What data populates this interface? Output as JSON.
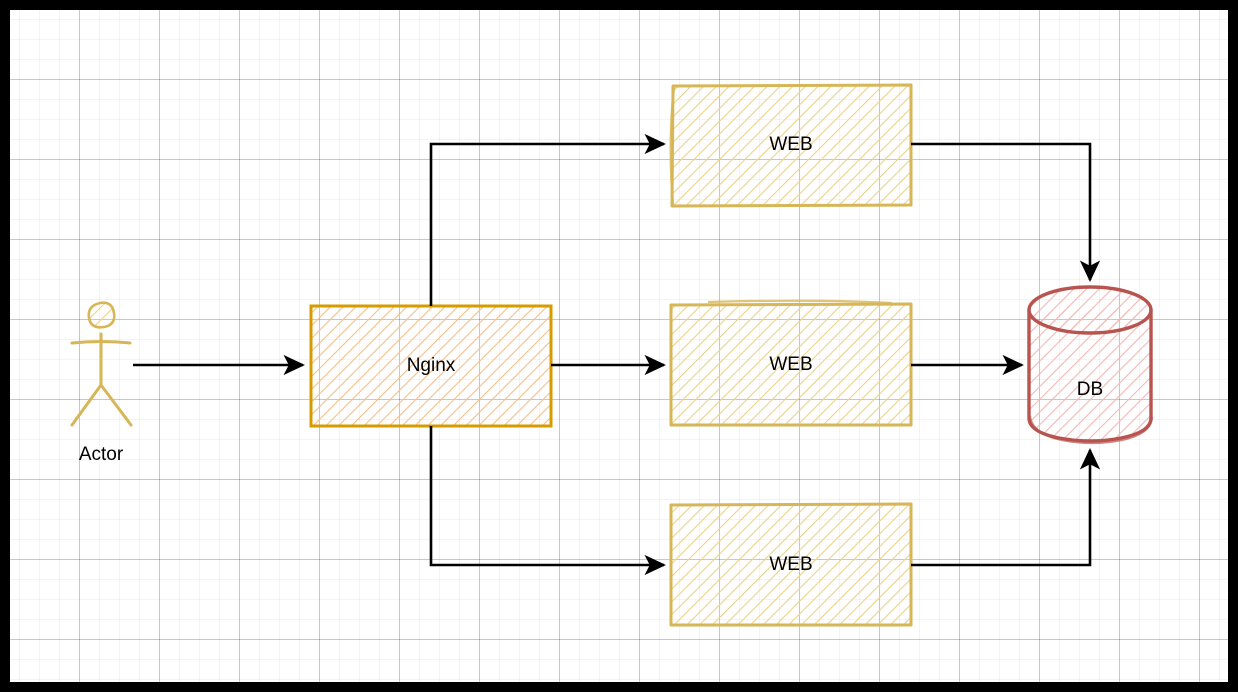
{
  "canvas": {
    "title": "Load balanced web architecture diagram",
    "background": "#ffffff",
    "frame_color": "#000000",
    "grid_major_color": "#c8c8c8",
    "grid_minor_color": "#f2f2f2"
  },
  "palette": {
    "nginx_stroke": "#d79b00",
    "nginx_fill": "#ffe6cc",
    "web_stroke": "#d6b656",
    "web_fill": "#fff2cc",
    "db_stroke": "#b85450",
    "db_fill": "#f8cecc",
    "actor_stroke": "#d6b656",
    "edge_color": "#000000"
  },
  "nodes": {
    "actor": {
      "label": "Actor",
      "type": "actor",
      "shape": "stick-figure"
    },
    "nginx": {
      "label": "Nginx",
      "type": "process",
      "shape": "rectangle"
    },
    "web_top": {
      "label": "WEB",
      "type": "process",
      "shape": "rectangle"
    },
    "web_middle": {
      "label": "WEB",
      "type": "process",
      "shape": "rectangle"
    },
    "web_bottom": {
      "label": "WEB",
      "type": "process",
      "shape": "rectangle"
    },
    "database": {
      "label": "DB",
      "type": "datastore",
      "shape": "cylinder"
    }
  },
  "edges": [
    {
      "id": "actor-to-nginx",
      "from": "Actor",
      "to": "Nginx",
      "label": ""
    },
    {
      "id": "nginx-to-web-top",
      "from": "Nginx",
      "to": "WEB",
      "label": ""
    },
    {
      "id": "nginx-to-web-middle",
      "from": "Nginx",
      "to": "WEB",
      "label": ""
    },
    {
      "id": "nginx-to-web-bottom",
      "from": "Nginx",
      "to": "WEB",
      "label": ""
    },
    {
      "id": "web-top-to-db",
      "from": "WEB",
      "to": "DB",
      "label": ""
    },
    {
      "id": "web-middle-to-db",
      "from": "WEB",
      "to": "DB",
      "label": ""
    },
    {
      "id": "web-bottom-to-db",
      "from": "WEB",
      "to": "DB",
      "label": ""
    }
  ]
}
